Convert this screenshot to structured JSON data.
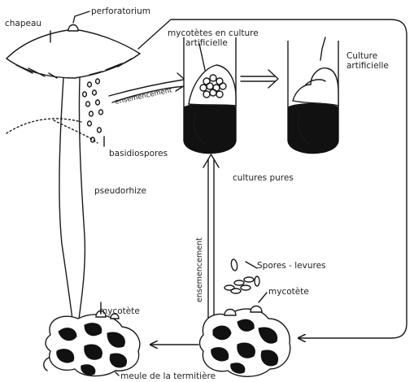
{
  "labels": {
    "perforatorium": "perforatorium",
    "chapeau": "chapeau",
    "mycotetes_culture_line1": "mycotètes en culture",
    "mycotetes_culture_line2": "artificielle",
    "culture_artificielle_line1": "Culture",
    "culture_artificielle_line2": "artificielle",
    "ensemencement_top": "ensemencement",
    "basidiospores": "basidiospores",
    "pseudorhize": "pseudorhize",
    "cultures_pures": "cultures pures",
    "ensemencement_vertical": "ensemencement",
    "spores_levures": "Spores - levures",
    "mycotete_right": "mycotète",
    "mycotete_left": "mycotète",
    "meule": "meule de la termitière"
  }
}
